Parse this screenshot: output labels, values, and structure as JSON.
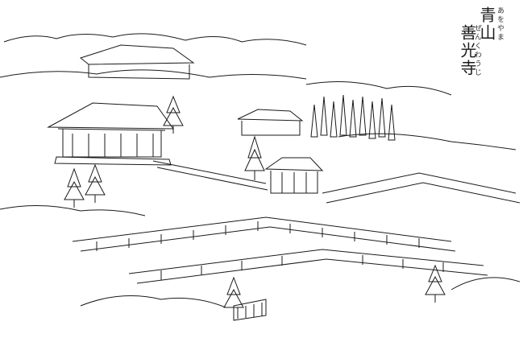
{
  "image": {
    "kind": "woodblock-style line drawing",
    "ink_color": "#1a1a1a",
    "paper_color": "#ffffff"
  },
  "captions": {
    "place_name": "青山",
    "temple_name": "善光寺",
    "place_reading": "あをやま",
    "temple_reading": "ぜんくわうじ"
  },
  "scene_labels": [
    {
      "id": "hall",
      "text": ""
    },
    {
      "id": "gate",
      "text": ""
    },
    {
      "id": "side",
      "text": ""
    }
  ]
}
